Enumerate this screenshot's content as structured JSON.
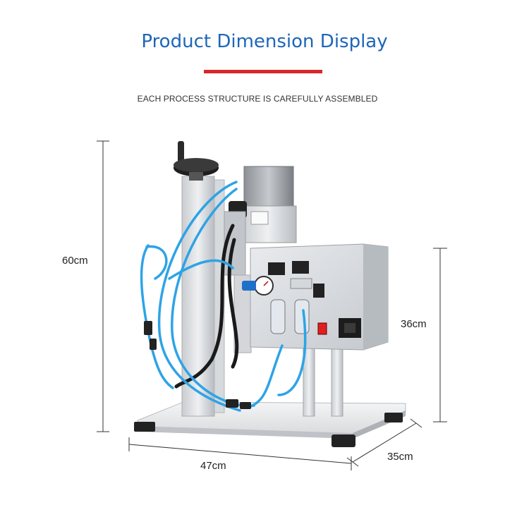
{
  "header": {
    "title": "Product Dimension Display",
    "subtitle": "EACH PROCESS STRUCTURE IS CAREFULLY ASSEMBLED",
    "accent_color": "#1e66b8",
    "underline_color": "#d9262c"
  },
  "dimensions": {
    "height": "60cm",
    "box_height": "36cm",
    "width": "47cm",
    "depth": "35cm"
  },
  "image": {
    "subject": "pneumatic capping machine",
    "icons": [
      "pressure-gauge-icon",
      "red-switch-icon",
      "power-socket-icon"
    ]
  }
}
